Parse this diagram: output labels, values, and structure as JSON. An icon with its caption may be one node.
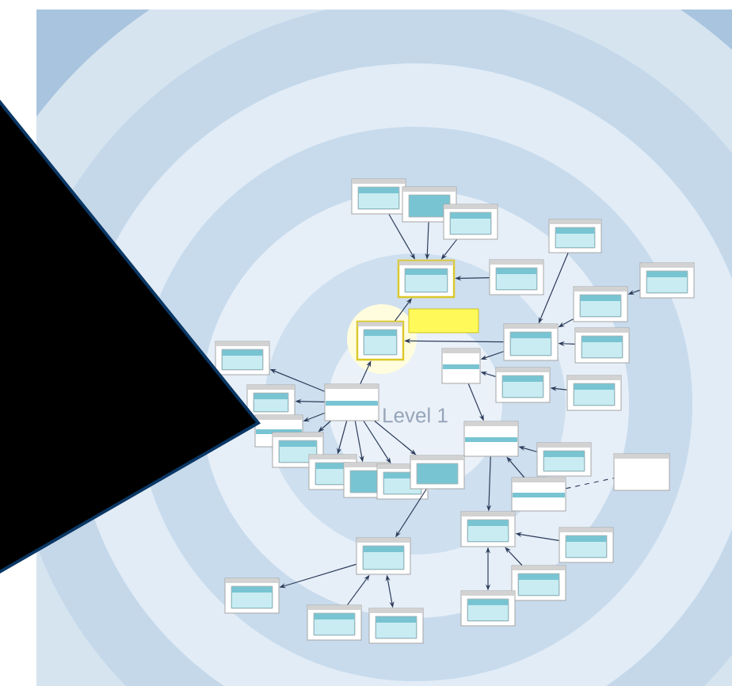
{
  "diagram": {
    "nodes": [
      {
        "text": [],
        "shape": "box"
      },
      {
        "text": [],
        "shape": "box"
      },
      {
        "text": [],
        "shape": "box"
      },
      {
        "text": [],
        "shape": "box"
      },
      {
        "text": [],
        "shape": "box"
      },
      {
        "text": [],
        "shape": "box"
      },
      {
        "text": [],
        "shape": "box"
      },
      {
        "text": [],
        "shape": "box"
      },
      {
        "text": [],
        "shape": "box"
      },
      {
        "text": [],
        "shape": "box"
      },
      {
        "text": [],
        "shape": "box"
      },
      {
        "text": [],
        "shape": "box"
      },
      {
        "text": [],
        "shape": "box"
      },
      {
        "text": [],
        "shape": "box"
      },
      {
        "text": [],
        "shape": "box"
      },
      {
        "text": [],
        "shape": "box"
      },
      {
        "text": [],
        "shape": "box"
      },
      {
        "text": [],
        "shape": "box"
      },
      {
        "text": [],
        "shape": "box"
      },
      {
        "text": [],
        "shape": "box"
      },
      {
        "text": [],
        "shape": "box"
      },
      {
        "text": [],
        "shape": "box"
      },
      {
        "text": [],
        "shape": "box"
      },
      {
        "text": [],
        "shape": "box"
      },
      {
        "text": [],
        "shape": "box"
      },
      {
        "text": [],
        "shape": "box"
      },
      {
        "text": [],
        "shape": "box"
      },
      {
        "text": [],
        "shape": "box"
      },
      {
        "text": [],
        "shape": "box"
      },
      {
        "text": [],
        "shape": "box"
      },
      {
        "text": [],
        "shape": "box"
      },
      {
        "text": [],
        "shape": "box"
      },
      {
        "text": [],
        "shape": "box"
      },
      {
        "text": [],
        "shape": "box"
      },
      {
        "text": [],
        "shape": "box"
      }
    ],
    "edges": [
      {
        "from": 0,
        "to": 4,
        "arrow": "to"
      },
      {
        "from": 1,
        "to": 4,
        "arrow": "to"
      },
      {
        "from": 2,
        "to": 4,
        "arrow": "to"
      },
      {
        "from": 3,
        "to": 4,
        "arrow": "to"
      },
      {
        "from": 5,
        "to": 4,
        "arrow": "to"
      },
      {
        "from": 7,
        "to": 5,
        "arrow": "to"
      },
      {
        "from": 22,
        "to": 5,
        "arrow": "to"
      },
      {
        "from": 6,
        "to": 7,
        "arrow": "to"
      },
      {
        "from": 8,
        "to": 7,
        "arrow": "to"
      },
      {
        "from": 10,
        "to": 7,
        "arrow": "to"
      },
      {
        "from": 9,
        "to": 8,
        "arrow": "to"
      },
      {
        "from": 12,
        "to": 11,
        "arrow": "to"
      },
      {
        "from": 7,
        "to": 13,
        "arrow": "to"
      },
      {
        "from": 11,
        "to": 13,
        "arrow": "to"
      },
      {
        "from": 13,
        "to": 14,
        "arrow": "to"
      },
      {
        "from": 15,
        "to": 14,
        "arrow": "to"
      },
      {
        "from": 17,
        "to": 14,
        "arrow": "to"
      },
      {
        "from": 17,
        "to": 16,
        "arrow": "none",
        "style": "dashed"
      },
      {
        "from": 14,
        "to": 18,
        "arrow": "to"
      },
      {
        "from": 19,
        "to": 18,
        "arrow": "to"
      },
      {
        "from": 20,
        "to": 18,
        "arrow": "to"
      },
      {
        "from": 21,
        "to": 18,
        "arrow": "both"
      },
      {
        "from": 22,
        "to": 23,
        "arrow": "to"
      },
      {
        "from": 22,
        "to": 24,
        "arrow": "to"
      },
      {
        "from": 22,
        "to": 25,
        "arrow": "to"
      },
      {
        "from": 22,
        "to": 26,
        "arrow": "to"
      },
      {
        "from": 22,
        "to": 27,
        "arrow": "to"
      },
      {
        "from": 22,
        "to": 28,
        "arrow": "to"
      },
      {
        "from": 22,
        "to": 29,
        "arrow": "to"
      },
      {
        "from": 22,
        "to": 30,
        "arrow": "to"
      },
      {
        "from": 30,
        "to": 31,
        "arrow": "to"
      },
      {
        "from": 31,
        "to": 32,
        "arrow": "to"
      },
      {
        "from": 33,
        "to": 31,
        "arrow": "to"
      },
      {
        "from": 34,
        "to": 31,
        "arrow": "both"
      }
    ],
    "labels": [
      "Level 1"
    ]
  }
}
